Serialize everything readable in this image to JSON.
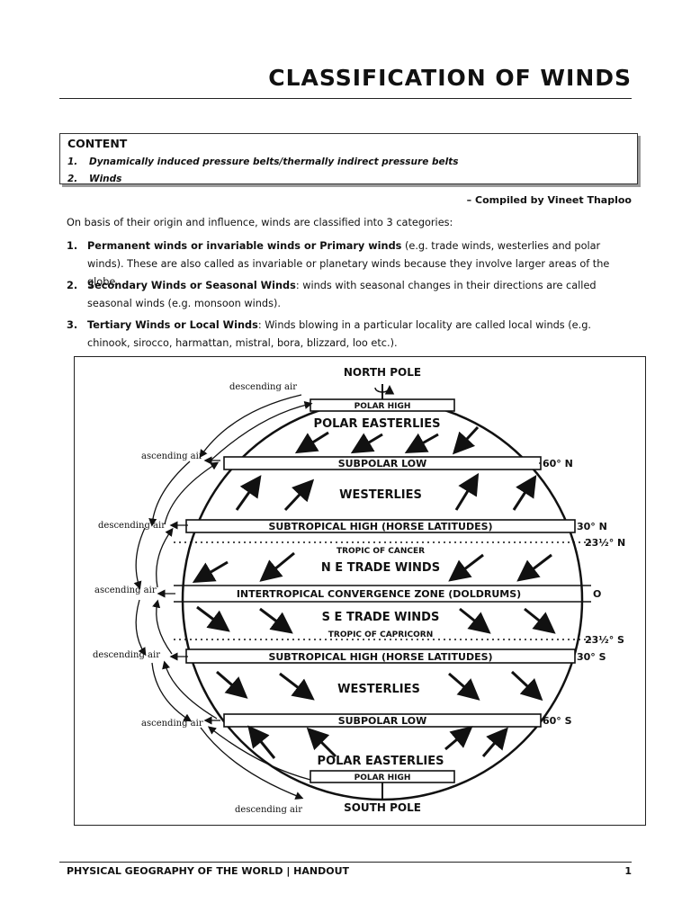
{
  "title": "CLASSIFICATION OF WINDS",
  "content": {
    "heading": "CONTENT",
    "items": [
      {
        "num": "1.",
        "text": "Dynamically induced pressure belts/thermally indirect pressure belts"
      },
      {
        "num": "2.",
        "text": "Winds"
      }
    ]
  },
  "credit": "– Compiled by Vineet Thaploo",
  "intro": "On basis of their origin and influence, winds are classified into 3 categories:",
  "categories": [
    {
      "num": "1.",
      "bold": "Permanent winds or invariable winds or Primary winds",
      "rest": " (e.g. trade winds, westerlies and polar winds). These are also called as invariable or planetary winds because they involve larger areas of the globe."
    },
    {
      "num": "2.",
      "bold": "Secondary Winds or Seasonal Winds",
      "rest": ": winds with seasonal changes in their directions are called seasonal winds (e.g. monsoon winds)."
    },
    {
      "num": "3.",
      "bold": "Tertiary Winds or Local Winds",
      "rest": ": Winds blowing in a particular locality are called local winds (e.g. chinook, sirocco, harmattan, mistral, bora, blizzard, loo etc.)."
    }
  ],
  "figure": {
    "north_pole": "NORTH POLE",
    "south_pole": "SOUTH POLE",
    "polar_high_n": "POLAR HIGH",
    "polar_high_s": "POLAR HIGH",
    "polar_easterlies_n": "POLAR EASTERLIES",
    "polar_easterlies_s": "POLAR EASTERLIES",
    "subpolar_low_n": "SUBPOLAR LOW",
    "subpolar_low_s": "SUBPOLAR LOW",
    "westerlies_n": "WESTERLIES",
    "westerlies_s": "WESTERLIES",
    "subtropical_high_n": "SUBTROPICAL HIGH (HORSE LATITUDES)",
    "subtropical_high_s": "SUBTROPICAL HIGH (HORSE LATITUDES)",
    "tropic_cancer": "TROPIC OF CANCER",
    "tropic_capricorn": "TROPIC OF CAPRICORN",
    "ne_trade": "N E TRADE WINDS",
    "se_trade": "S E TRADE WINDS",
    "itcz": "INTERTROPICAL CONVERGENCE ZONE (DOLDRUMS)",
    "lat_60n": "60° N",
    "lat_30n": "30° N",
    "lat_23n": "23½° N",
    "lat_0": "O",
    "lat_23s": "23½° S",
    "lat_30s": "30° S",
    "lat_60s": "60° S",
    "air_labels": [
      "descending air",
      "ascending air",
      "descending air",
      "ascending air",
      "descending air",
      "ascending air",
      "descending air"
    ]
  },
  "footer": {
    "left": "PHYSICAL GEOGRAPHY OF THE WORLD | HANDOUT",
    "page": "1"
  }
}
